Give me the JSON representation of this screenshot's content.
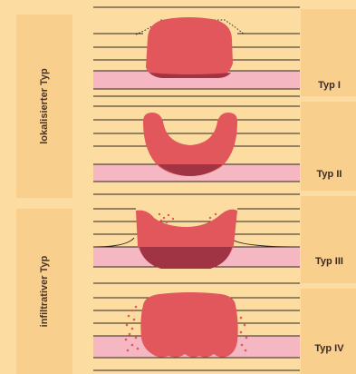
{
  "groups": {
    "localized": "lokalisierter Typ",
    "infiltrative": "infiltrativer Typ"
  },
  "types": [
    "Typ I",
    "Typ II",
    "Typ III",
    "Typ IV"
  ],
  "colors": {
    "background": "#fcdca0",
    "column": "#f9cf8e",
    "lesion": "#e1575b",
    "lesion_deep": "#a03444",
    "band": "#f5b7c1",
    "line": "#2c2620"
  }
}
